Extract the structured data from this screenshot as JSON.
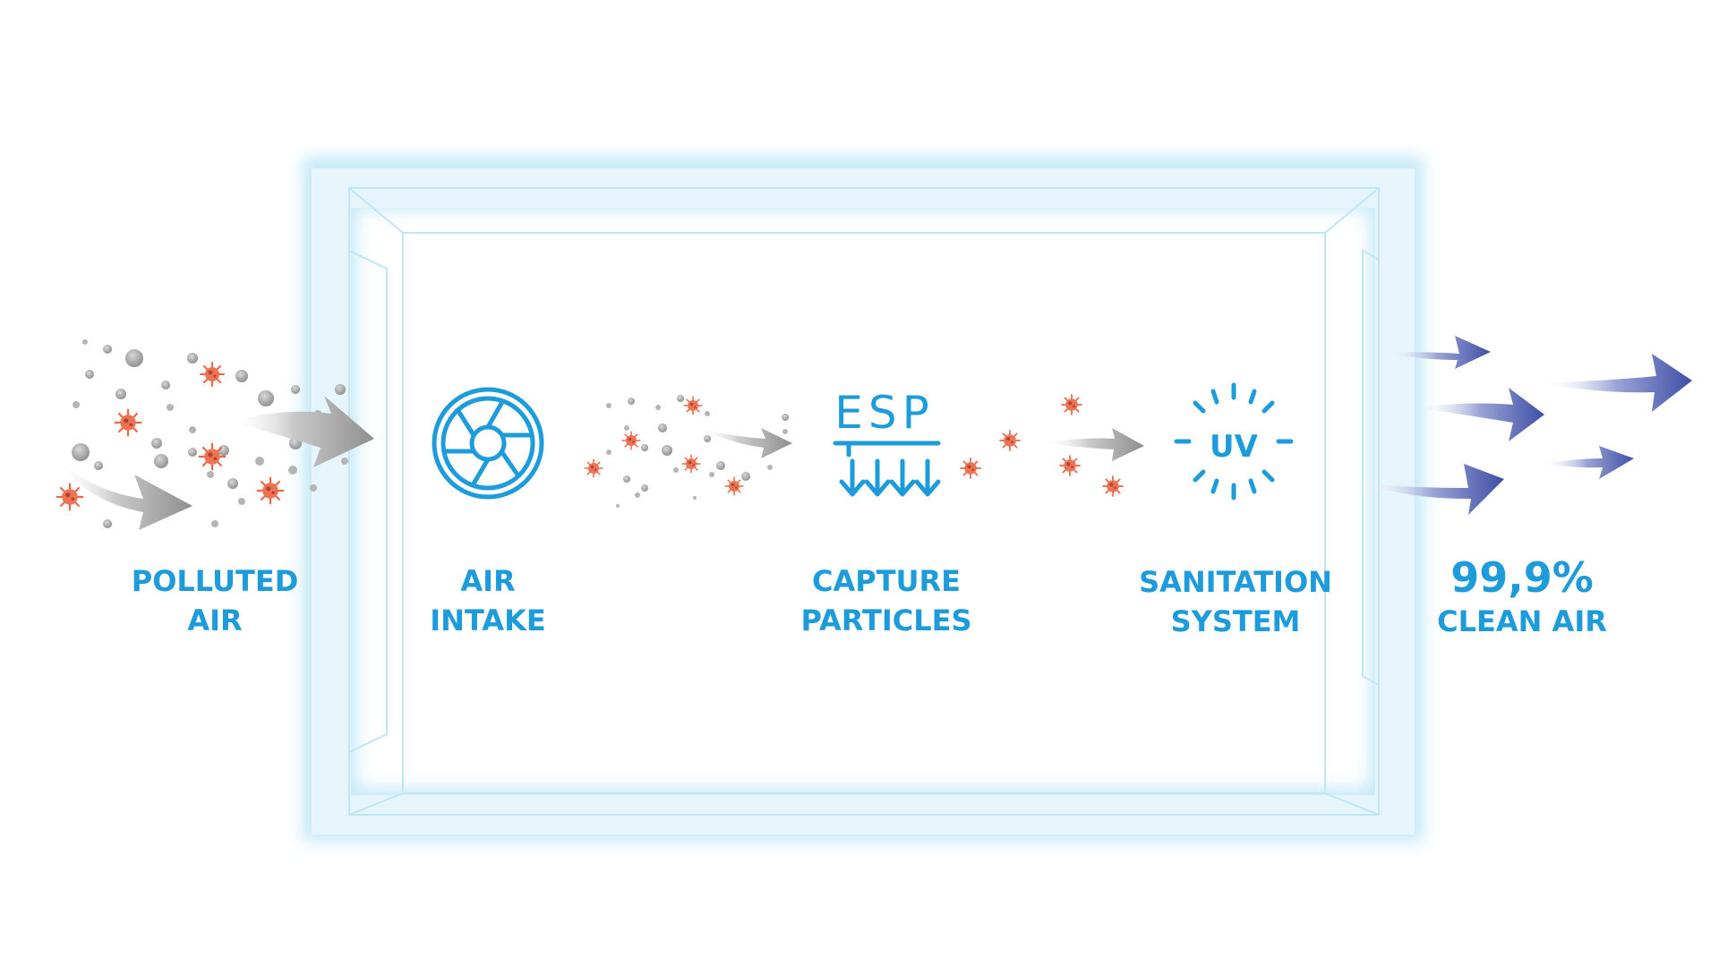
{
  "steps": [
    {
      "line1": "POLLUTED",
      "line2": "AIR"
    },
    {
      "line1": "AIR",
      "line2": "INTAKE"
    },
    {
      "line1": "CAPTURE",
      "line2": "PARTICLES"
    },
    {
      "line1": "SANITATION",
      "line2": "SYSTEM"
    }
  ],
  "esp_text": "ESP",
  "uv_text": "UV",
  "result": {
    "percent": "99,9%",
    "label": "CLEAN AIR"
  },
  "colors": {
    "accent": "#1e9bdb",
    "virus": "#e8684a",
    "dust": "#a8a8a8",
    "glow": "#bfe6f7",
    "clean_arrow": "#3f4fa6"
  },
  "icons": [
    "fan-icon",
    "esp-filter-icon",
    "uv-lamp-icon"
  ]
}
